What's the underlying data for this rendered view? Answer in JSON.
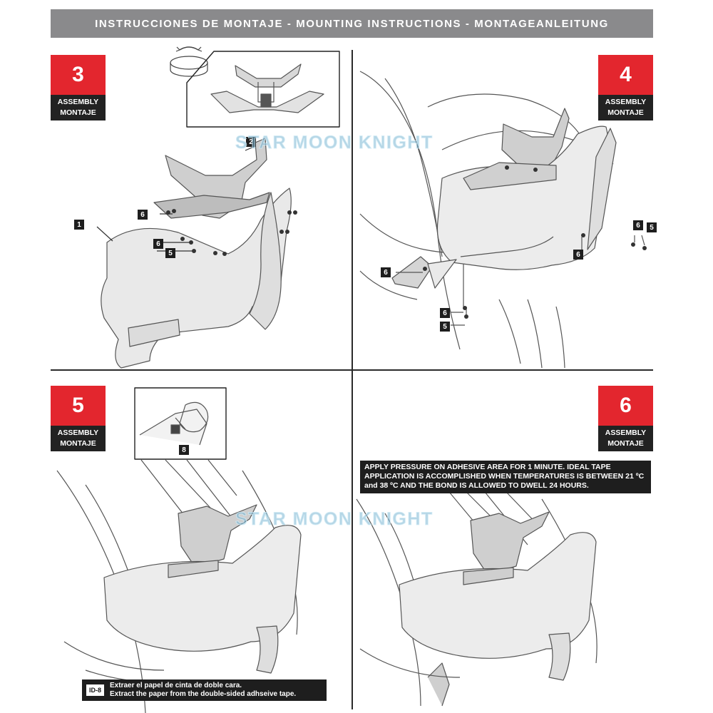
{
  "header": {
    "title": "INSTRUCCIONES DE MONTAJE - MOUNTING INSTRUCTIONS - MONTAGEANLEITUNG"
  },
  "steps": [
    {
      "number": "3",
      "label_en": "ASSEMBLY",
      "label_es": "MONTAJE"
    },
    {
      "number": "4",
      "label_en": "ASSEMBLY",
      "label_es": "MONTAJE"
    },
    {
      "number": "5",
      "label_en": "ASSEMBLY",
      "label_es": "MONTAJE"
    },
    {
      "number": "6",
      "label_en": "ASSEMBLY",
      "label_es": "MONTAJE"
    }
  ],
  "callouts": {
    "p3": [
      "2",
      "1",
      "6",
      "6",
      "5"
    ],
    "p4": [
      "6",
      "5",
      "6",
      "6",
      "5",
      "6"
    ],
    "p5": [
      "8"
    ]
  },
  "notes": {
    "step6": "APPLY PRESSURE ON ADHESIVE AREA FOR 1 MINUTE. IDEAL TAPE APPLICATION IS ACCOMPLISHED WHEN TEMPERATURES IS BETWEEN 21 ºC and 38 ºC AND THE BOND IS ALLOWED TO DWELL 24 HOURS.",
    "step5_code": "ID-8",
    "step5_es": "Extraer el papel de cinta de doble cara.",
    "step5_en": "Extract the paper from the double-sided adhseive tape."
  },
  "watermark": "STAR MOON KNIGHT"
}
